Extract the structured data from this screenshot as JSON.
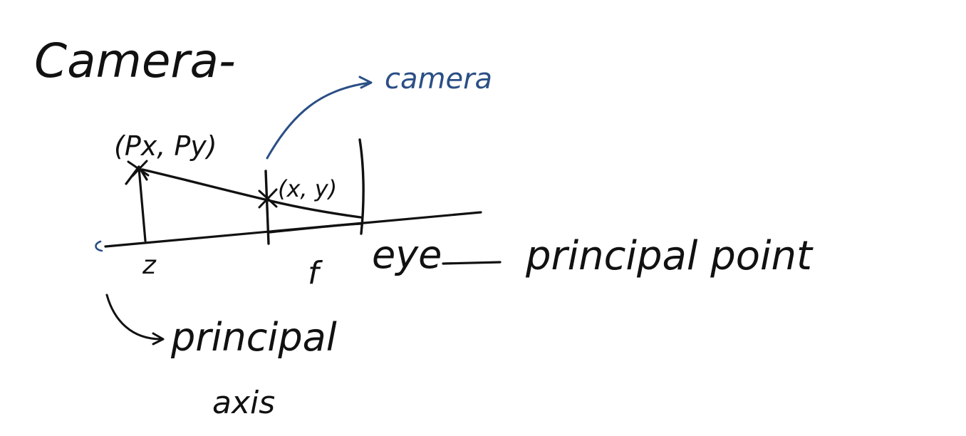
{
  "colors": {
    "ink_black": "#111111",
    "ink_blue": "#2b4f86",
    "background": "#ffffff"
  },
  "title": "Camera-",
  "labels": {
    "camera_pointer": "camera",
    "object_point": "(Px, Py)",
    "image_point": "(x, y)",
    "distance_z": "z",
    "focal_length": "f",
    "eye": "eye",
    "principal_point": "principal point",
    "principal_axis_line1": "principal",
    "principal_axis_line2": "axis"
  }
}
